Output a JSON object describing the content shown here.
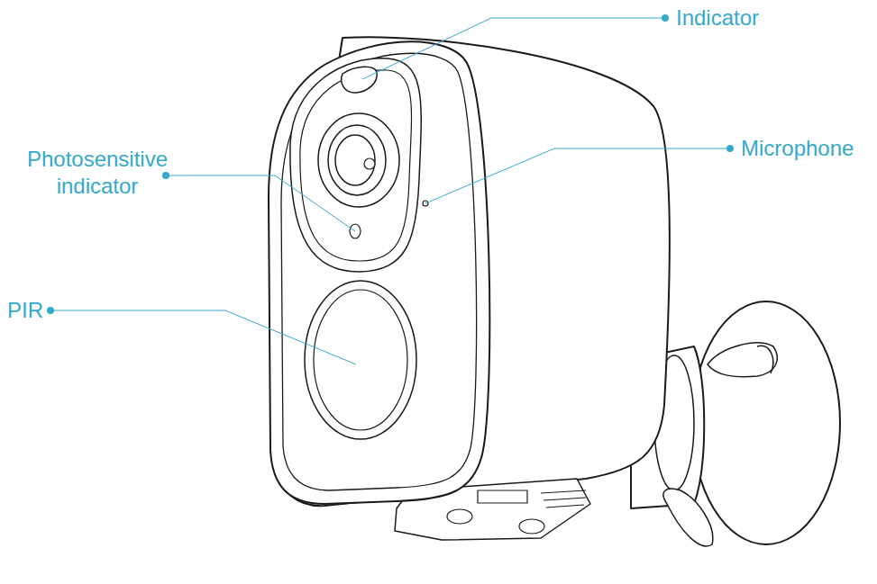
{
  "diagram": {
    "labels": [
      "Indicator",
      "Photosensitive indicator",
      "Microphone",
      "PIR"
    ]
  }
}
